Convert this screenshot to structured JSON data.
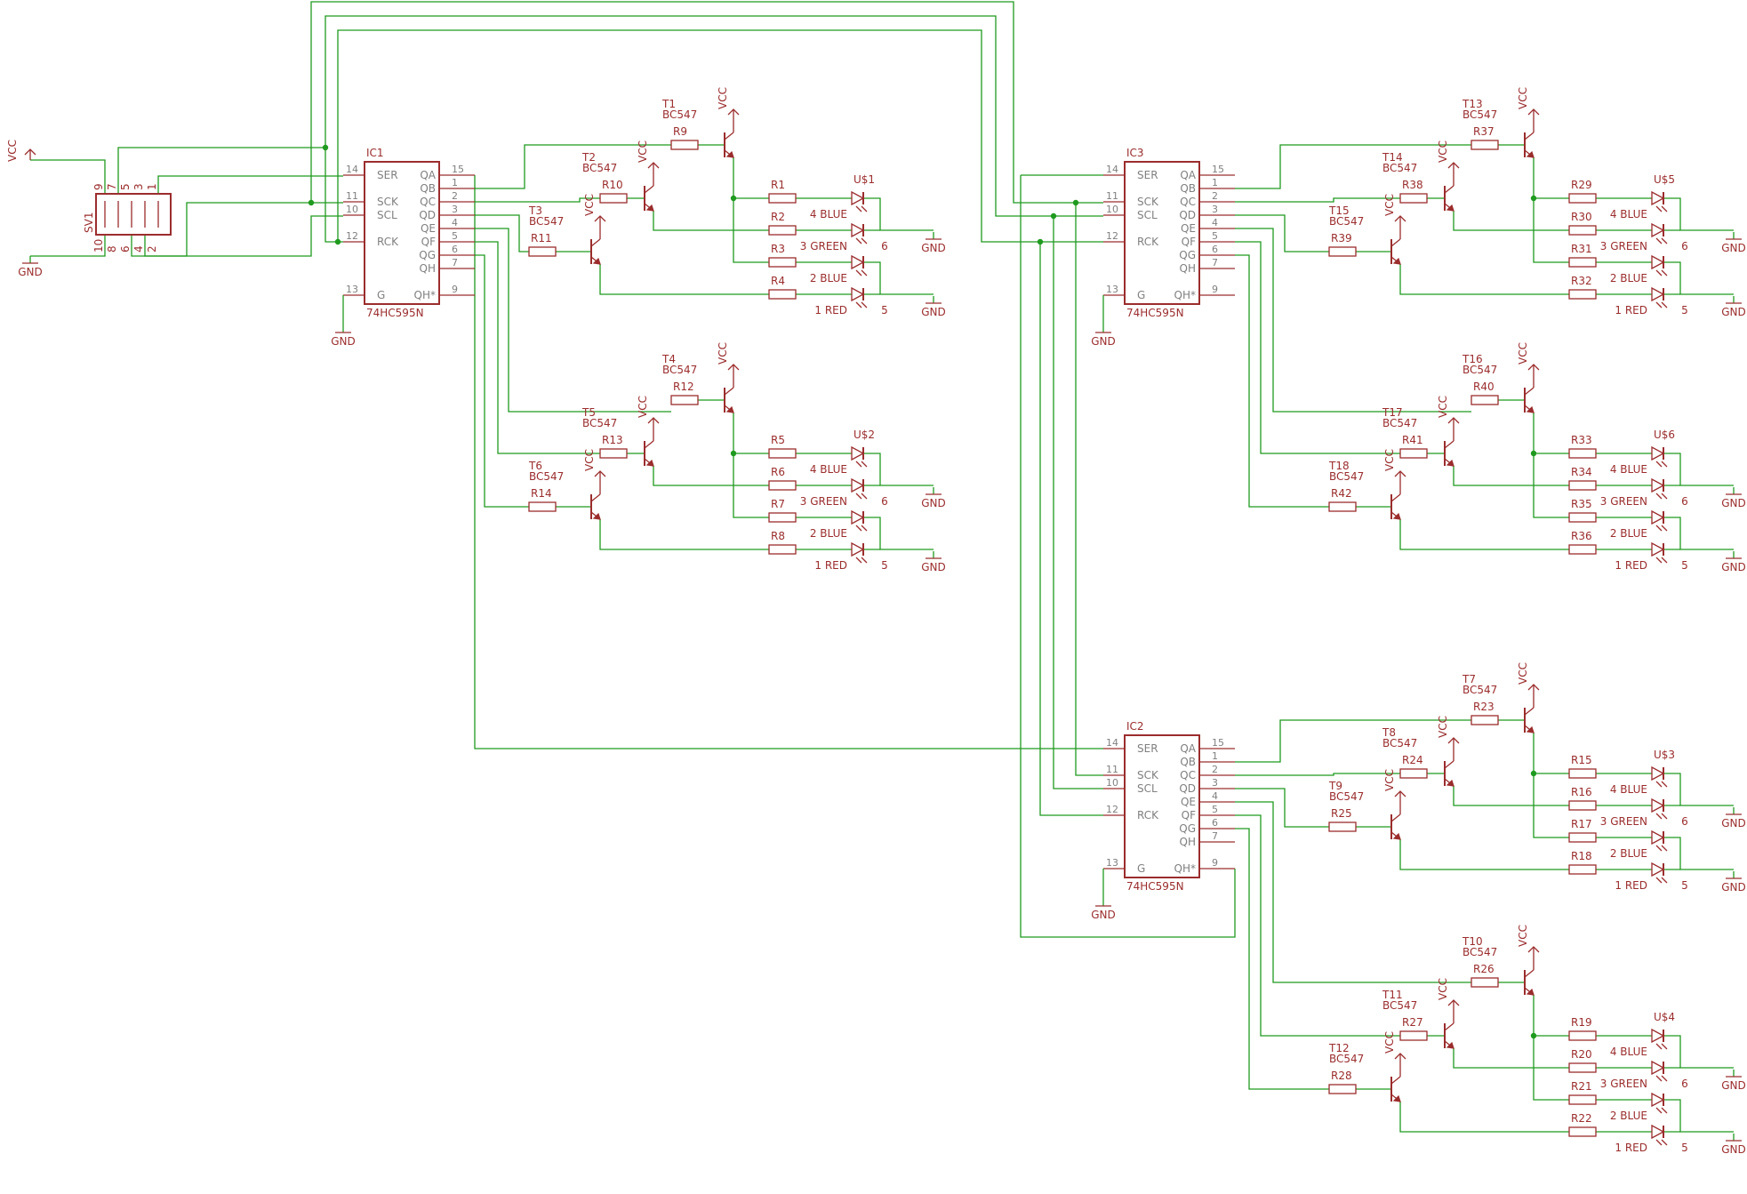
{
  "connector": {
    "name": "SV1",
    "top_pins": [
      "9",
      "7",
      "5",
      "3",
      "1"
    ],
    "bottom_pins": [
      "10",
      "8",
      "6",
      "4",
      "2"
    ],
    "vcc_label": "VCC",
    "gnd_label": "GND"
  },
  "power": {
    "vcc": "VCC",
    "gnd": "GND"
  },
  "ics": [
    {
      "name": "IC1",
      "part": "74HC595N"
    },
    {
      "name": "IC2",
      "part": "74HC595N"
    },
    {
      "name": "IC3",
      "part": "74HC595N"
    }
  ],
  "ic_pins": {
    "left": [
      {
        "label": "SER",
        "num": "14"
      },
      {
        "label": "SCK",
        "num": "11"
      },
      {
        "label": "SCL",
        "num": "10"
      },
      {
        "label": "RCK",
        "num": "12"
      },
      {
        "label": "G",
        "num": "13"
      }
    ],
    "right": [
      {
        "label": "QA",
        "num": "15"
      },
      {
        "label": "QB",
        "num": "1"
      },
      {
        "label": "QC",
        "num": "2"
      },
      {
        "label": "QD",
        "num": "3"
      },
      {
        "label": "QE",
        "num": "4"
      },
      {
        "label": "QF",
        "num": "5"
      },
      {
        "label": "QG",
        "num": "6"
      },
      {
        "label": "QH",
        "num": "7"
      },
      {
        "label": "QH*",
        "num": "9"
      }
    ]
  },
  "transistor_part": "BC547",
  "led_colors": [
    "4 BLUE",
    "3 GREEN",
    "2 BLUE",
    "1 RED"
  ],
  "led_pins": {
    "upper": "6",
    "lower": "5"
  },
  "modules": [
    {
      "led": "U$1",
      "t": [
        "T1",
        "T2",
        "T3"
      ],
      "rb": [
        "R9",
        "R10",
        "R11"
      ],
      "rl": [
        "R1",
        "R2",
        "R3",
        "R4"
      ]
    },
    {
      "led": "U$2",
      "t": [
        "T4",
        "T5",
        "T6"
      ],
      "rb": [
        "R12",
        "R13",
        "R14"
      ],
      "rl": [
        "R5",
        "R6",
        "R7",
        "R8"
      ]
    },
    {
      "led": "U$5",
      "t": [
        "T13",
        "T14",
        "T15"
      ],
      "rb": [
        "R37",
        "R38",
        "R39"
      ],
      "rl": [
        "R29",
        "R30",
        "R31",
        "R32"
      ]
    },
    {
      "led": "U$6",
      "t": [
        "T16",
        "T17",
        "T18"
      ],
      "rb": [
        "R40",
        "R41",
        "R42"
      ],
      "rl": [
        "R33",
        "R34",
        "R35",
        "R36"
      ]
    },
    {
      "led": "U$3",
      "t": [
        "T7",
        "T8",
        "T9"
      ],
      "rb": [
        "R23",
        "R24",
        "R25"
      ],
      "rl": [
        "R15",
        "R16",
        "R17",
        "R18"
      ]
    },
    {
      "led": "U$4",
      "t": [
        "T10",
        "T11",
        "T12"
      ],
      "rb": [
        "R26",
        "R27",
        "R28"
      ],
      "rl": [
        "R19",
        "R20",
        "R21",
        "R22"
      ]
    }
  ]
}
